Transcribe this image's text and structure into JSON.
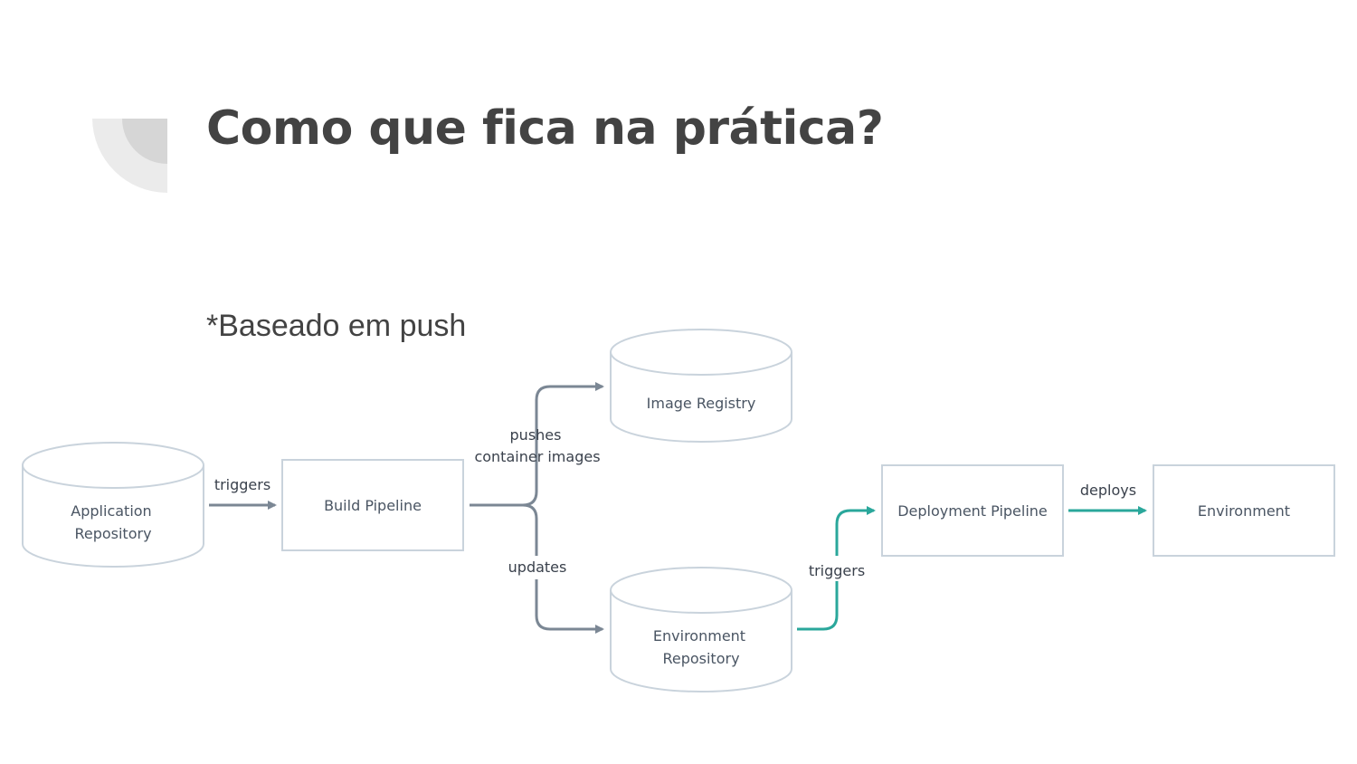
{
  "slide": {
    "title": "Como que fica na prática?",
    "subtitle": "*Baseado em push"
  },
  "colors": {
    "text": "#434343",
    "node_stroke": "#c9d3dc",
    "gray_arrow": "#7b8794",
    "teal_arrow": "#2aa79b",
    "corner_light": "#ebebeb",
    "corner_dark": "#d6d6d6"
  },
  "diagram": {
    "nodes": {
      "app_repo": {
        "lines": [
          "Application",
          "Repository"
        ]
      },
      "build_pipeline": {
        "lines": [
          "Build Pipeline"
        ]
      },
      "image_registry": {
        "lines": [
          "Image Registry"
        ]
      },
      "env_repo": {
        "lines": [
          "Environment",
          "Repository"
        ]
      },
      "deploy_pipeline": {
        "lines": [
          "Deployment Pipeline"
        ]
      },
      "environment": {
        "lines": [
          "Environment"
        ]
      }
    },
    "edges": {
      "triggers_build": "triggers",
      "pushes": [
        "pushes",
        "container images"
      ],
      "updates": "updates",
      "triggers_deploy": "triggers",
      "deploys": "deploys"
    }
  }
}
